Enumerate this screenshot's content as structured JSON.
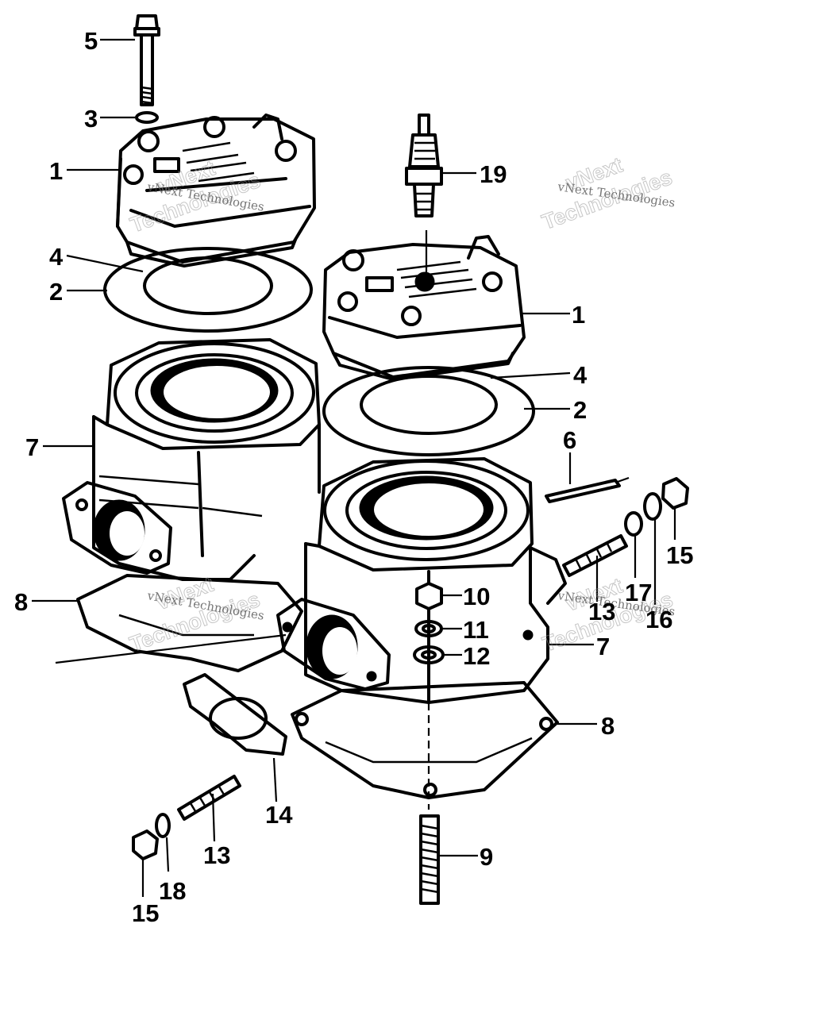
{
  "labels": {
    "l1a": "1",
    "l1b": "1",
    "l2a": "2",
    "l2b": "2",
    "l3": "3",
    "l4a": "4",
    "l4b": "4",
    "l5": "5",
    "l6": "6",
    "l7a": "7",
    "l7b": "7",
    "l8a": "8",
    "l8b": "8",
    "l9": "9",
    "l10": "10",
    "l11": "11",
    "l12": "12",
    "l13a": "13",
    "l13b": "13",
    "l14": "14",
    "l15a": "15",
    "l15b": "15",
    "l16": "16",
    "l17": "17",
    "l18": "18",
    "l19": "19"
  },
  "watermark": {
    "brand_small": "vNext Technologies",
    "brand_top": "vNext",
    "brand_bottom": "Technologies"
  },
  "colors": {
    "ink": "#000000",
    "paper": "#ffffff",
    "watermark": "#999999"
  }
}
